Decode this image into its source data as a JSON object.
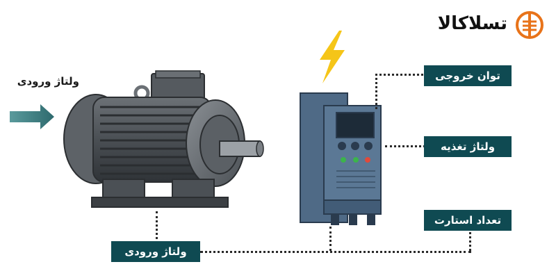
{
  "brand": {
    "name": "تسلاکالا",
    "logo_icon": "tesla-coil-circle-icon",
    "accent": "#e8731a"
  },
  "input_label_text": "ولتاژ ورودی",
  "labels": {
    "output_power": "توان خروجی",
    "supply_voltage": "ولتاژ تغذیه",
    "start_count": "تعداد استارت",
    "input_voltage": "ولتاژ ورودی"
  },
  "colors": {
    "label_bg": "#0f4a52",
    "lightning": "#f5c518",
    "arrow": "#3d7a7e"
  },
  "icons": {
    "lightning": "lightning-bolt-icon",
    "arrow": "arrow-right-icon",
    "motor": "electric-motor-icon",
    "drive": "soft-starter-icon"
  }
}
